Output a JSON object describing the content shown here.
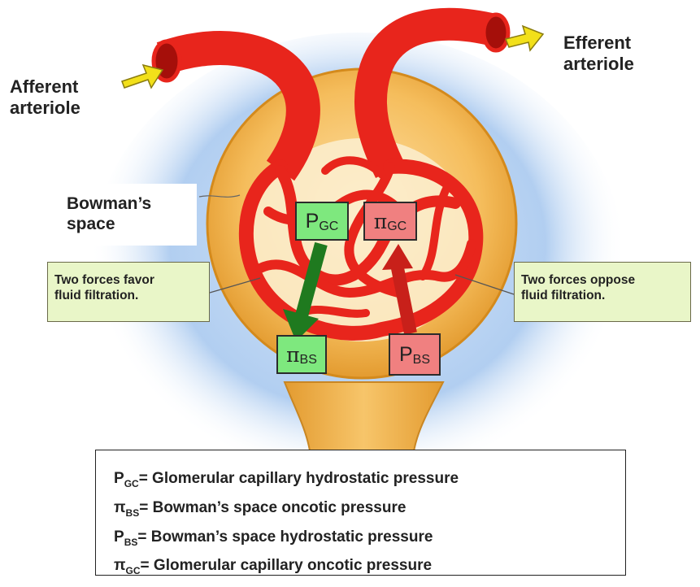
{
  "labels": {
    "afferent_line1": "Afferent",
    "afferent_line2": "arteriole",
    "efferent_line1": "Efferent",
    "efferent_line2": "arteriole",
    "bowman_line1": "Bowman’s",
    "bowman_line2": "space"
  },
  "notes": {
    "favor_line1": "Two forces favor",
    "favor_line2": "fluid filtration.",
    "oppose_line1": "Two forces oppose",
    "oppose_line2": "fluid filtration."
  },
  "boxes": {
    "p_gc": {
      "main": "P",
      "sub": "GC",
      "color": "#7ee87e"
    },
    "pi_gc": {
      "main": "π",
      "sub": "GC",
      "color": "#f08080"
    },
    "pi_bs": {
      "main": "π",
      "sub": "BS",
      "color": "#7ee87e"
    },
    "p_bs": {
      "main": "P",
      "sub": "BS",
      "color": "#f08080"
    }
  },
  "legend": [
    {
      "sym": "P",
      "sub": "GC",
      "text": "= Glomerular capillary hydrostatic pressure"
    },
    {
      "sym": "π",
      "sub": "BS",
      "text": "= Bowman’s space oncotic pressure"
    },
    {
      "sym": "P",
      "sub": "BS",
      "text": "= Bowman’s space hydrostatic pressure"
    },
    {
      "sym": "π",
      "sub": "GC",
      "text": "= Glomerular capillary oncotic pressure"
    }
  ],
  "colors": {
    "capsule": "#f0b24a",
    "capsule_edge": "#d48a1c",
    "vessel": "#e8251c",
    "vessel_dark": "#a50f0a",
    "arrow_green": "#1f7a1f",
    "arrow_red": "#e23b2c",
    "flow_arrow": "#f2e01a",
    "halo": "#9ec3ec"
  }
}
